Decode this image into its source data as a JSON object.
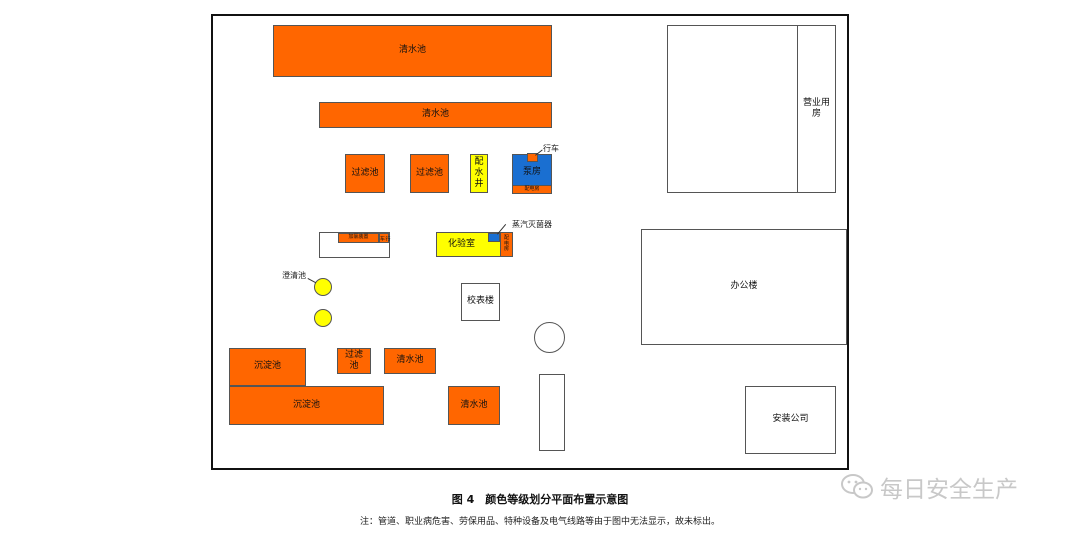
{
  "diagram": {
    "blocks": {
      "clearwater_top1": "清水池",
      "clearwater_top2": "清水池",
      "filter_1": "过滤池",
      "filter_2": "过滤池",
      "water_dist_well": "配水井",
      "pump_room": "泵房",
      "pump_crane": "行车",
      "pump_power": "配电房",
      "dosing": "加氯装置",
      "dosing_crane": "行车",
      "lab": "化验室",
      "lab_power": "配电房",
      "extinguisher": "蒸汽灭菌器",
      "clarifier": "澄清池",
      "meter_building": "校表楼",
      "sediment_small": "沉淀池",
      "sediment_large": "沉淀池",
      "filter_3": "过滤池",
      "clearwater_mid": "清水池",
      "clearwater_bottom": "清水池",
      "business_room": "营业用房",
      "office": "办公楼",
      "install_company": "安装公司"
    },
    "colors": {
      "orange": "#ff6600",
      "yellow": "#ffff00",
      "blue": "#1a6fd1"
    }
  },
  "caption": "图 4　颜色等级划分平面布置示意图",
  "note": "注：管道、职业病危害、劳保用品、特种设备及电气线路等由于图中无法显示，故未标出。",
  "watermark": "每日安全生产"
}
